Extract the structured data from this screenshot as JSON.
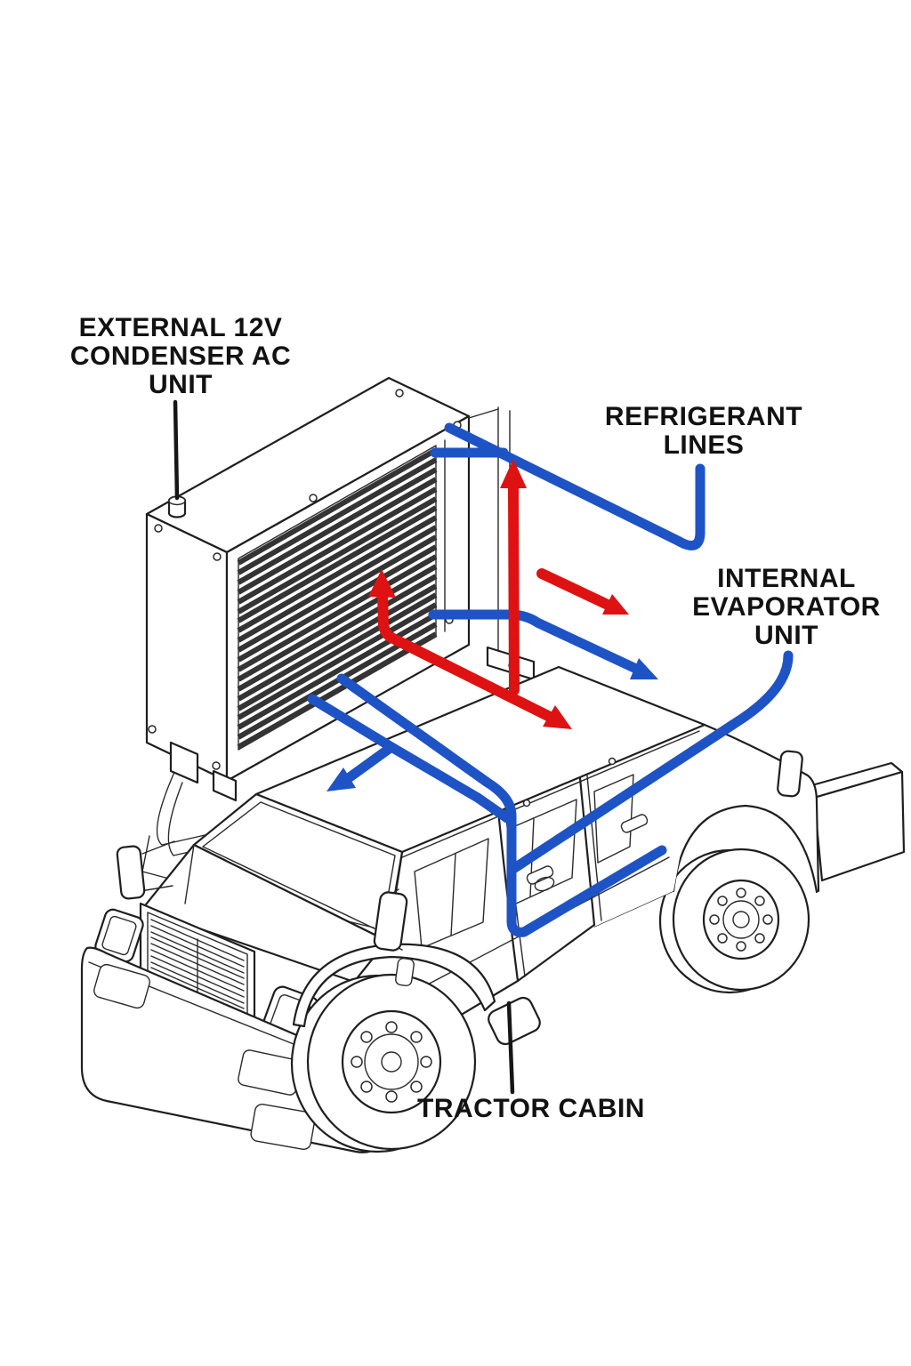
{
  "diagram": {
    "background": "#ffffff",
    "ink_color": "#1f1f1f",
    "line_colors": {
      "refrigerant_cool": "#1e53c6",
      "refrigerant_hot": "#de1212"
    },
    "labels": {
      "condenser": {
        "lines": [
          "EXTERNAL 12V",
          "CONDENSER AC",
          "UNIT"
        ]
      },
      "refrigerant": {
        "lines": [
          "REFRIGERANT",
          "LINES"
        ]
      },
      "evaporator": {
        "lines": [
          "INTERNAL",
          "EVAPORATOR",
          "UNIT"
        ]
      },
      "cabin": {
        "lines": [
          "TRACTOR CABIN"
        ]
      }
    }
  }
}
